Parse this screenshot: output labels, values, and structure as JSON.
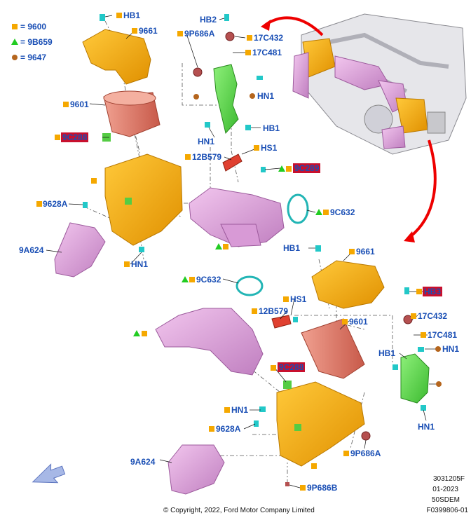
{
  "legend": [
    {
      "symbol": "square",
      "color": "#f5a800",
      "text": "= 9600"
    },
    {
      "symbol": "triangle",
      "color": "#22cc22",
      "text": "= 9B659"
    },
    {
      "symbol": "circle",
      "color": "#b5651d",
      "text": "= 9647"
    }
  ],
  "callouts": {
    "hb1_top": "HB1",
    "n9661_top": "9661",
    "hb2": "HB2",
    "n9p686a_top": "9P686A",
    "n17c432_top": "17C432",
    "n17c481_top": "17C481",
    "hn1_a": "HN1",
    "hb1_b": "HB1",
    "hn1_b": "HN1",
    "n9601_top": "9601",
    "hidden_a": "9C288",
    "n12b579_top": "12B579",
    "hs1_top": "HS1",
    "hidden_b": "9C289",
    "n9628a_top": "9628A",
    "n9c632_top": "9C632",
    "n9a624_top": "9A624",
    "hn1_c": "HN1",
    "hb1_bot": "HB1",
    "n9661_bot": "9661",
    "n9c632_bot": "9C632",
    "hs1_bot": "HS1",
    "hidden_c": "HB3",
    "n12b579_bot": "12B579",
    "n17c432_bot": "17C432",
    "n9601_bot": "9601",
    "n17c481_bot": "17C481",
    "hb1_r": "HB1",
    "hn1_r1": "HN1",
    "hidden_d": "9C288",
    "hn1_bot": "HN1",
    "n9628a_bot": "9628A",
    "hn1_r2": "HN1",
    "n9p686a_bot": "9P686A",
    "n9a624_bot": "9A624",
    "n9p686b": "9P686B"
  },
  "footer": {
    "copyright": "© Copyright, 2022, Ford Motor Company Limited",
    "code1": "3031205F",
    "code2": "01-2023",
    "code3": "50SDEM",
    "code4": "F0399806-01"
  },
  "colors": {
    "orange": "#f5a800",
    "pink": "#e8a9e0",
    "salmon": "#e27a6a",
    "green": "#66dd55",
    "teal": "#22c8c8",
    "label": "#1a4fb5",
    "highlight": "#c8102e",
    "arrow": "#ee0000"
  }
}
